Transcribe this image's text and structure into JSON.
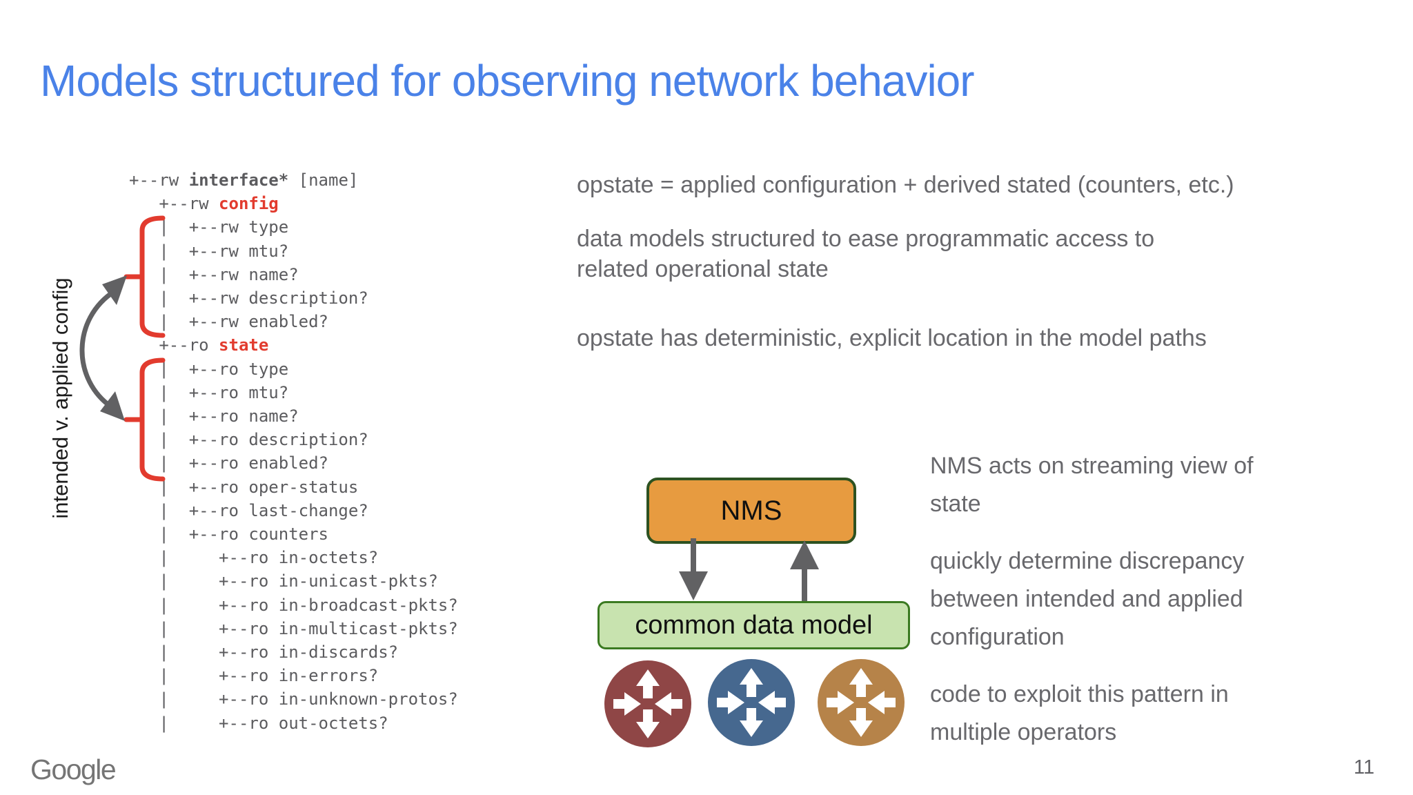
{
  "slide": {
    "title": "Models structured for observing network behavior",
    "page_number": "11",
    "logo_text": "Google"
  },
  "colors": {
    "title-blue": "#4a82e8",
    "code-gray": "#5b5b5e",
    "red": "#e23b2e",
    "text-gray": "#68686c",
    "arrow-gray": "#616163",
    "nms-fill": "#e79b40",
    "nms-border": "#2d5221",
    "cdm-fill": "#c8e3af",
    "cdm-border": "#3b7a21",
    "router-maroon": "#8f4646",
    "router-blue": "#46688f",
    "router-tan": "#b68349",
    "logo-gray": "#757575"
  },
  "tree": {
    "rotated_label": "intended v. applied config",
    "lines": [
      [
        {
          "t": "+--rw ",
          "s": "p"
        },
        {
          "t": "interface*",
          "s": "b"
        },
        {
          "t": " [name]",
          "s": "p"
        }
      ],
      [
        {
          "t": "   +--rw ",
          "s": "p"
        },
        {
          "t": "config",
          "s": "r"
        }
      ],
      [
        {
          "t": "   |  +--rw type",
          "s": "p"
        }
      ],
      [
        {
          "t": "   |  +--rw mtu?",
          "s": "p"
        }
      ],
      [
        {
          "t": "   |  +--rw name?",
          "s": "p"
        }
      ],
      [
        {
          "t": "   |  +--rw description?",
          "s": "p"
        }
      ],
      [
        {
          "t": "   |  +--rw enabled?",
          "s": "p"
        }
      ],
      [
        {
          "t": "   +--ro ",
          "s": "p"
        },
        {
          "t": "state",
          "s": "r"
        }
      ],
      [
        {
          "t": "   |  +--ro type",
          "s": "p"
        }
      ],
      [
        {
          "t": "   |  +--ro mtu?",
          "s": "p"
        }
      ],
      [
        {
          "t": "   |  +--ro name?",
          "s": "p"
        }
      ],
      [
        {
          "t": "   |  +--ro description?",
          "s": "p"
        }
      ],
      [
        {
          "t": "   |  +--ro enabled?",
          "s": "p"
        }
      ],
      [
        {
          "t": "   |  +--ro oper-status",
          "s": "p"
        }
      ],
      [
        {
          "t": "   |  +--ro last-change?",
          "s": "p"
        }
      ],
      [
        {
          "t": "   |  +--ro counters",
          "s": "p"
        }
      ],
      [
        {
          "t": "   |     +--ro in-octets?",
          "s": "p"
        }
      ],
      [
        {
          "t": "   |     +--ro in-unicast-pkts?",
          "s": "p"
        }
      ],
      [
        {
          "t": "   |     +--ro in-broadcast-pkts?",
          "s": "p"
        }
      ],
      [
        {
          "t": "   |     +--ro in-multicast-pkts?",
          "s": "p"
        }
      ],
      [
        {
          "t": "   |     +--ro in-discards?",
          "s": "p"
        }
      ],
      [
        {
          "t": "   |     +--ro in-errors?",
          "s": "p"
        }
      ],
      [
        {
          "t": "   |     +--ro in-unknown-protos?",
          "s": "p"
        }
      ],
      [
        {
          "t": "   |     +--ro out-octets?",
          "s": "p"
        }
      ]
    ]
  },
  "notes_top": [
    {
      "text": "opstate = applied configuration + derived stated (counters, etc.)"
    },
    {
      "text": "data models structured to ease programmatic access to\nrelated operational state"
    },
    {
      "text": "opstate has deterministic, explicit location in the model paths"
    }
  ],
  "diagram": {
    "nms_label": "NMS",
    "cdm_label": "common data model",
    "routers": [
      {
        "name": "router-maroon"
      },
      {
        "name": "router-blue"
      },
      {
        "name": "router-tan"
      }
    ]
  },
  "notes_right": [
    {
      "text": "NMS acts on streaming view of\nstate"
    },
    {
      "text": "quickly determine discrepancy\nbetween intended and applied\nconfiguration"
    },
    {
      "text": "code to exploit this pattern in\nmultiple operators"
    }
  ]
}
